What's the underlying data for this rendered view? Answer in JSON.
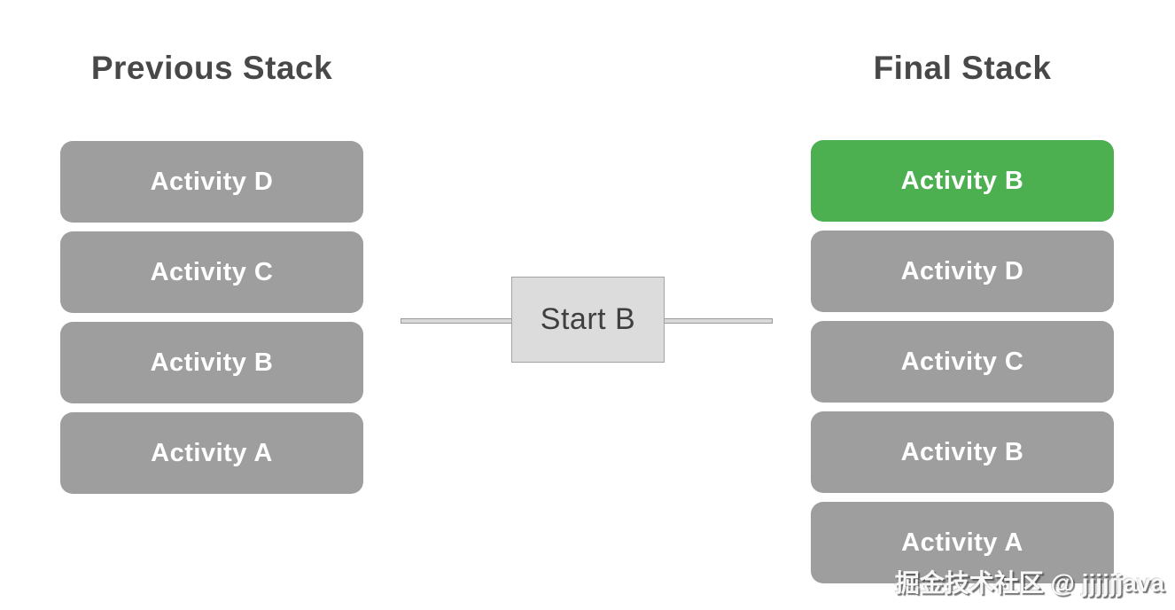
{
  "diagram": {
    "previous_stack": {
      "title": "Previous Stack",
      "items": [
        {
          "label": "Activity D"
        },
        {
          "label": "Activity C"
        },
        {
          "label": "Activity B"
        },
        {
          "label": "Activity A"
        }
      ]
    },
    "final_stack": {
      "title": "Final Stack",
      "items": [
        {
          "label": "Activity B",
          "highlight": true
        },
        {
          "label": "Activity D"
        },
        {
          "label": "Activity C"
        },
        {
          "label": "Activity B"
        },
        {
          "label": "Activity A"
        }
      ]
    },
    "connector": {
      "label": "Start B"
    },
    "watermark": "掘金技术社区 @ jjjjjjava",
    "colors": {
      "box_gray": "#9e9e9e",
      "box_green": "#4caf50",
      "box_text": "#ffffff",
      "title_text": "#484848",
      "connector_fill": "#dcdcdc",
      "connector_border": "#a3a3a3",
      "connector_text": "#3f3f3f",
      "line_fill": "#d9d9d9",
      "line_border": "#9a9a9a"
    }
  }
}
